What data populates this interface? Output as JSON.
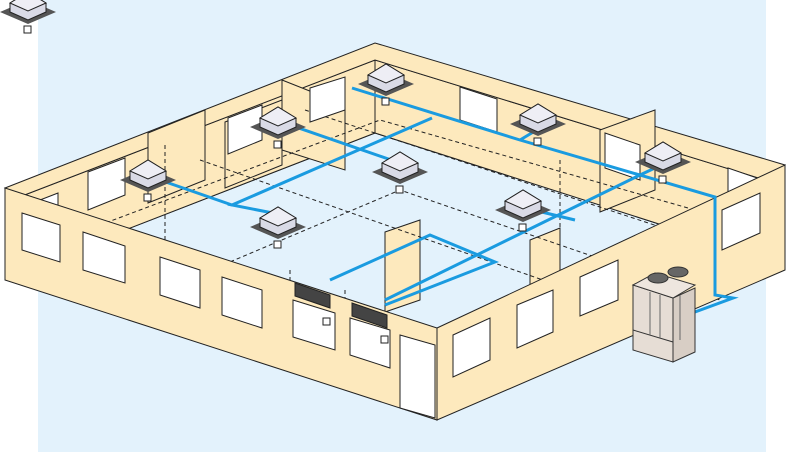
{
  "colors": {
    "background": "#e3f2fc",
    "wall": "#fde9bd",
    "pipe": "#1a9be0",
    "unit": "#d9dae6",
    "outdoor_unit": "#e6ddd5",
    "outline": "#222222"
  },
  "indoor_units": [
    {
      "type": "ceiling-cassette"
    },
    {
      "type": "ceiling-cassette"
    },
    {
      "type": "ceiling-cassette"
    },
    {
      "type": "ceiling-cassette"
    },
    {
      "type": "ceiling-cassette"
    },
    {
      "type": "ceiling-cassette"
    },
    {
      "type": "ceiling-cassette"
    },
    {
      "type": "ceiling-cassette"
    },
    {
      "type": "wall-mounted"
    },
    {
      "type": "wall-mounted"
    }
  ],
  "outdoor_unit": {
    "type": "outdoor-unit"
  }
}
